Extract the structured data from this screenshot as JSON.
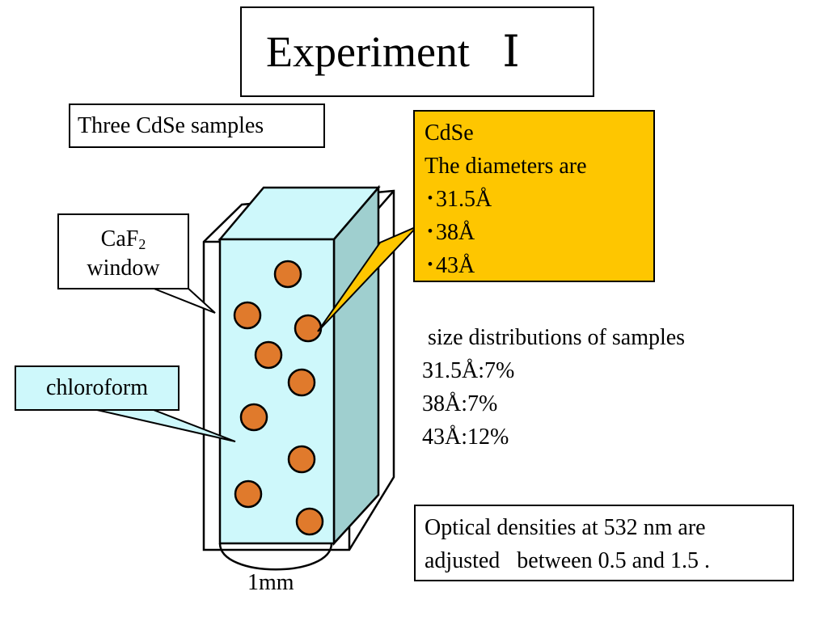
{
  "title": "Experiment  Ⅰ",
  "samples_label": "Three CdSe samples",
  "window_label": {
    "line1_main": "CaF",
    "line1_sub": "2",
    "line2": "window"
  },
  "solvent_label": "chloroform",
  "cdse_callout": {
    "line1": "CdSe",
    "line2": "The diameters are",
    "items": [
      "･31.5Å",
      "･38Å",
      "･43Å"
    ]
  },
  "distributions": {
    "heading": " size distributions of samples",
    "items": [
      "31.5Å:7%",
      "38Å:7%",
      "43Å:12%"
    ]
  },
  "optical_note": {
    "line1": "Optical densities at 532 nm are",
    "line2": "adjusted  between 0.5 and 1.5 ."
  },
  "thickness_label": "1mm",
  "colors": {
    "cuvette_front": "#cef8fb",
    "cuvette_side": "#9fcfcf",
    "particle": "#e07a2c",
    "callout": "#fec600"
  }
}
